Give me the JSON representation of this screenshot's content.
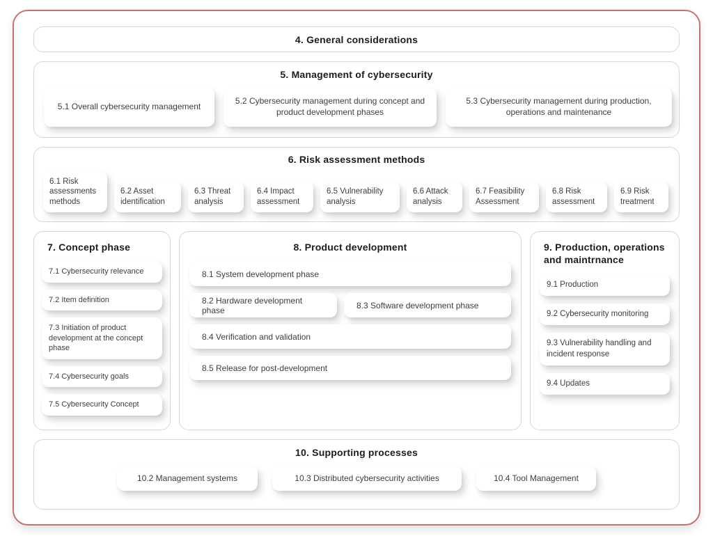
{
  "colors": {
    "outer_border": "#c8706e",
    "section_border": "#d6d6d6",
    "heading_text": "#1c1c1c",
    "body_text": "#3d3d3d",
    "card_background": "#ffffff"
  },
  "sections": {
    "s4": {
      "title": "4. General considerations"
    },
    "s5": {
      "title": "5. Management of cybersecurity",
      "items": [
        "5.1 Overall cybersecurity management",
        "5.2 Cybersecurity management during concept and product development phases",
        "5.3 Cybersecurity management during production, operations and maintenance"
      ]
    },
    "s6": {
      "title": "6. Risk assessment methods",
      "items": [
        "6.1 Risk assessments methods",
        "6.2 Asset identification",
        "6.3 Threat analysis",
        "6.4 Impact assessment",
        "6.5 Vulnerability analysis",
        "6.6 Attack analysis",
        "6.7 Feasibility Assessment",
        "6.8 Risk assessment",
        "6.9 Risk treatment"
      ]
    },
    "s7": {
      "title": "7. Concept phase",
      "items": [
        "7.1 Cybersecurity relevance",
        "7.2 Item definition",
        "7.3 Initiation of product development at the concept phase",
        "7.4 Cybersecurity goals",
        "7.5 Cybersecurity Concept"
      ]
    },
    "s8": {
      "title": "8. Product development",
      "items": [
        "8.1 System development phase",
        "8.2 Hardware development phase",
        "8.3 Software development phase",
        "8.4 Verification and validation",
        "8.5 Release for post-development"
      ]
    },
    "s9": {
      "title": "9. Production, operations and maintrnance",
      "items": [
        "9.1 Production",
        "9.2 Cybersecurity monitoring",
        "9.3 Vulnerability handling and incident response",
        "9.4 Updates"
      ]
    },
    "s10": {
      "title": "10. Supporting processes",
      "items": [
        "10.2 Management systems",
        "10.3 Distributed cybersecurity activities",
        "10.4 Tool Management"
      ]
    }
  }
}
